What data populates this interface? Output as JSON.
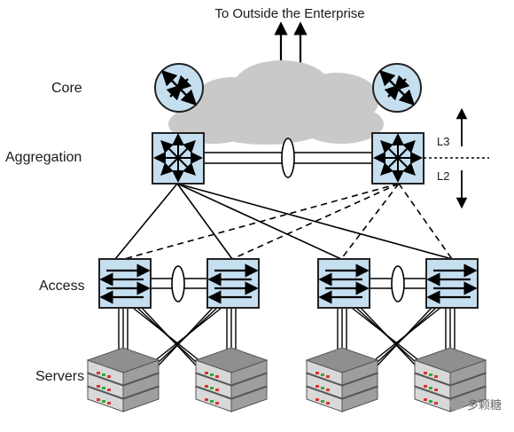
{
  "title": "To Outside the Enterprise",
  "tiers": {
    "core": "Core",
    "aggregation": "Aggregation",
    "access": "Access",
    "servers": "Servers"
  },
  "boundary": {
    "upper": "L3",
    "lower": "L2"
  },
  "watermark": "多颗糖",
  "colors": {
    "device_fill": "#c6dff0",
    "device_stroke": "#222222",
    "cloud": "#c9c9c9"
  }
}
